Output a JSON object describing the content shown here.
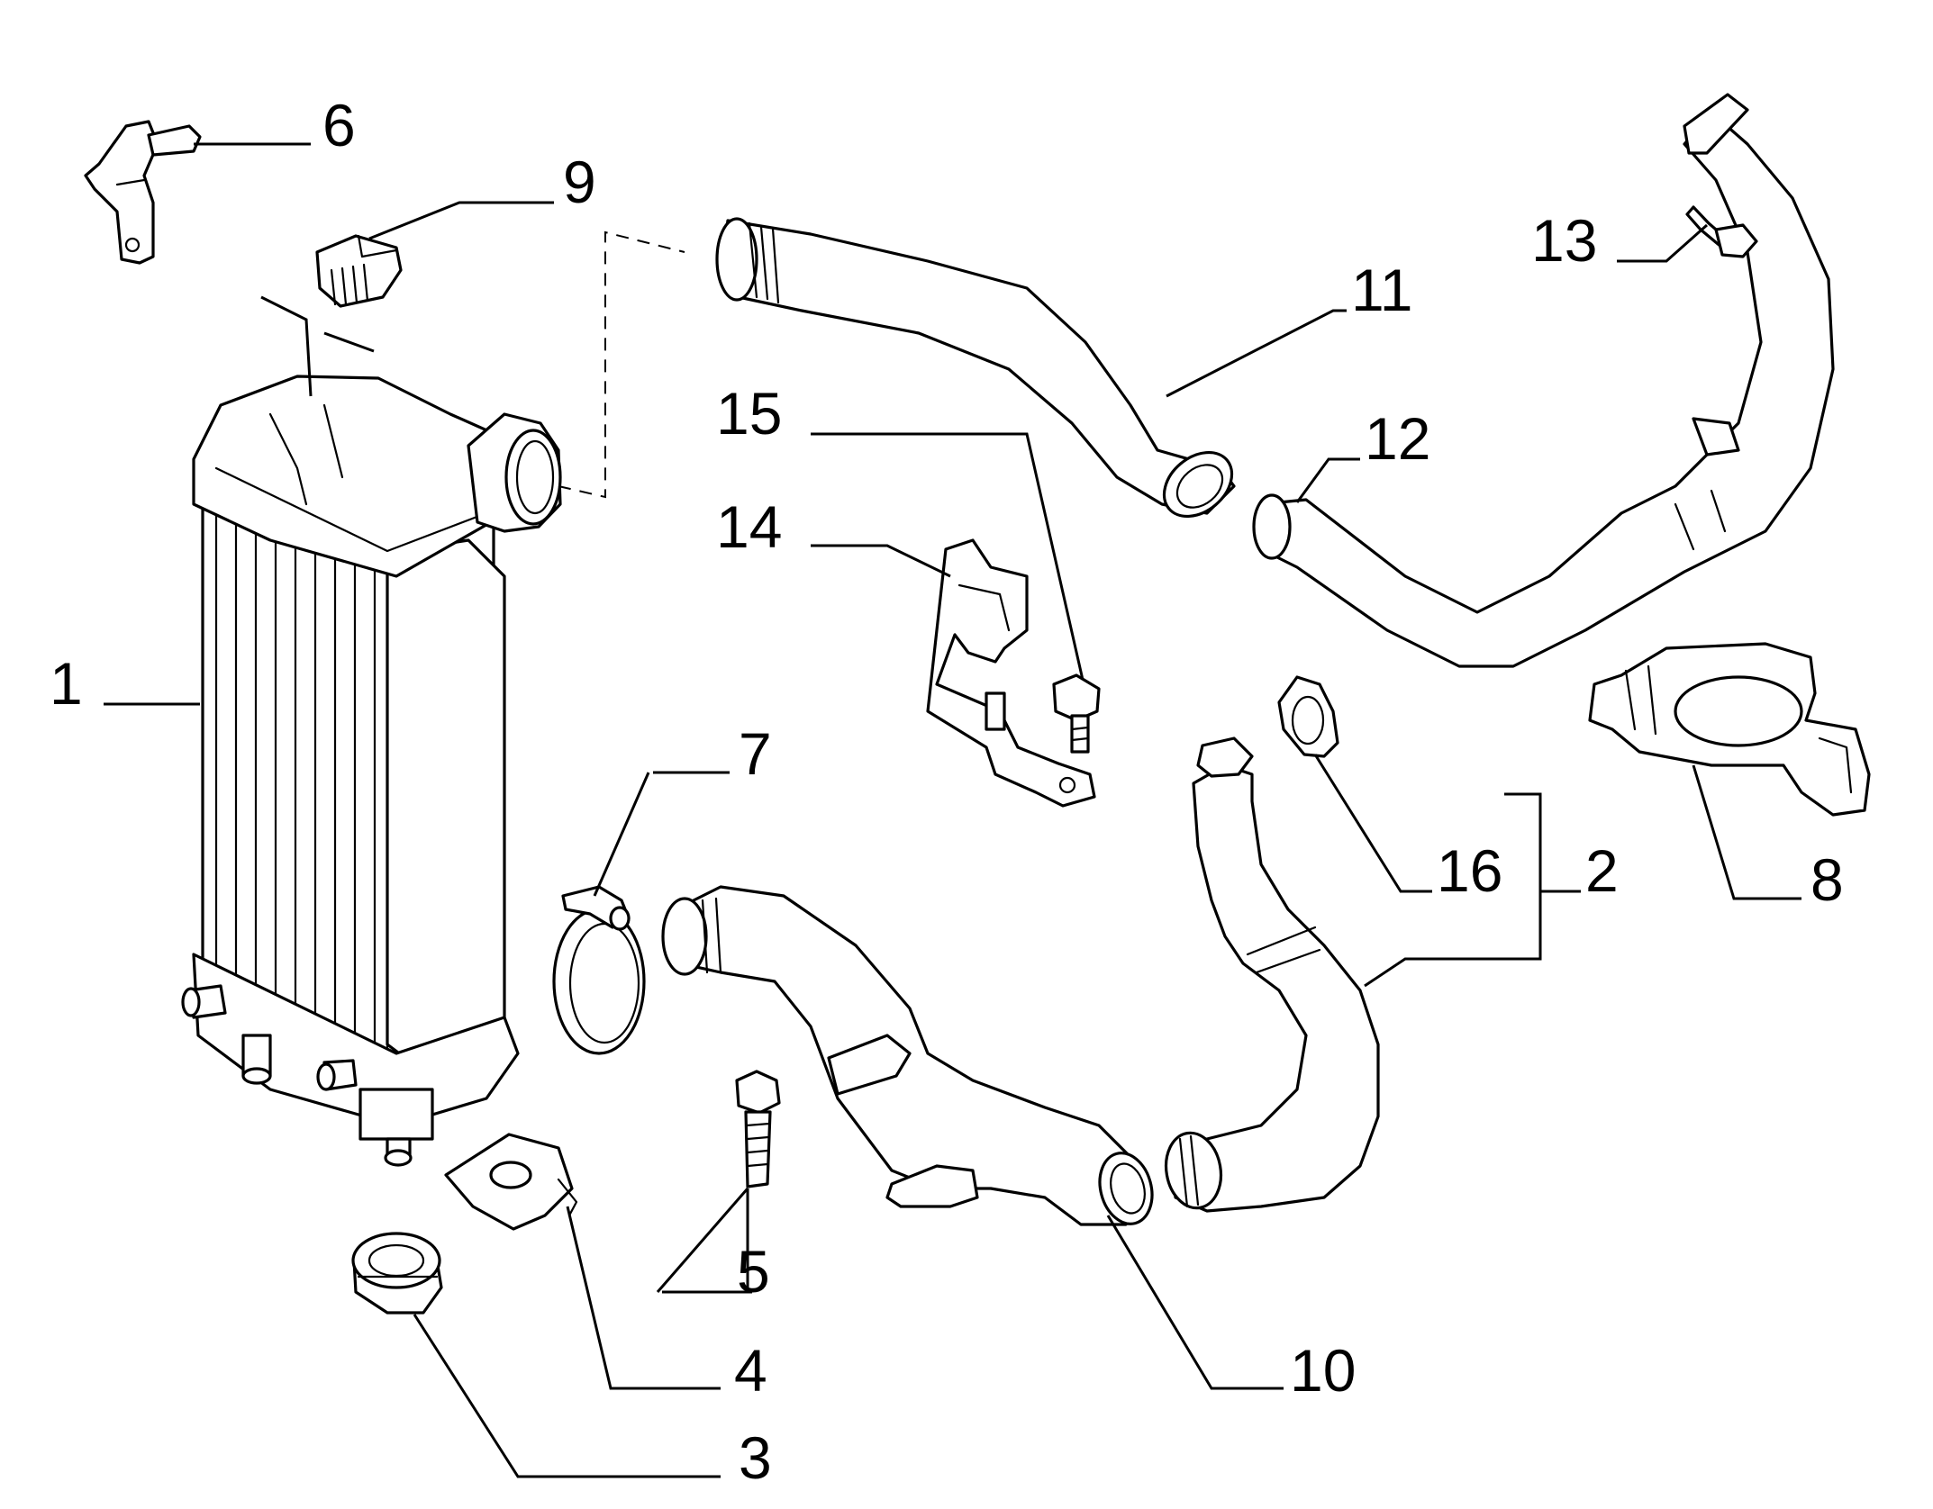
{
  "diagram": {
    "type": "exploded-parts-diagram",
    "callouts": [
      {
        "id": "c1",
        "label": "1"
      },
      {
        "id": "c2",
        "label": "2"
      },
      {
        "id": "c3",
        "label": "3"
      },
      {
        "id": "c4",
        "label": "4"
      },
      {
        "id": "c5",
        "label": "5"
      },
      {
        "id": "c6",
        "label": "6"
      },
      {
        "id": "c7",
        "label": "7"
      },
      {
        "id": "c8",
        "label": "8"
      },
      {
        "id": "c9",
        "label": "9"
      },
      {
        "id": "c10",
        "label": "10"
      },
      {
        "id": "c11",
        "label": "11"
      },
      {
        "id": "c12",
        "label": "12"
      },
      {
        "id": "c13",
        "label": "13"
      },
      {
        "id": "c14",
        "label": "14"
      },
      {
        "id": "c15",
        "label": "15"
      },
      {
        "id": "c16",
        "label": "16"
      }
    ],
    "colors": {
      "line": "#000000",
      "background": "#ffffff"
    }
  }
}
